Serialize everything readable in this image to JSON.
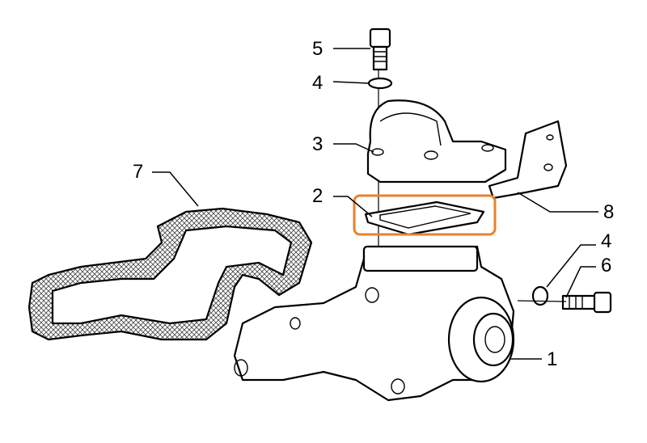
{
  "diagram": {
    "labels": [
      {
        "id": "1",
        "text": "1"
      },
      {
        "id": "2",
        "text": "2"
      },
      {
        "id": "3",
        "text": "3"
      },
      {
        "id": "4a",
        "text": "4"
      },
      {
        "id": "4b",
        "text": "4"
      },
      {
        "id": "5",
        "text": "5"
      },
      {
        "id": "6",
        "text": "6"
      },
      {
        "id": "7",
        "text": "7"
      },
      {
        "id": "8",
        "text": "8"
      }
    ],
    "highlight": {
      "part": "2",
      "color": "#e8822e"
    }
  }
}
